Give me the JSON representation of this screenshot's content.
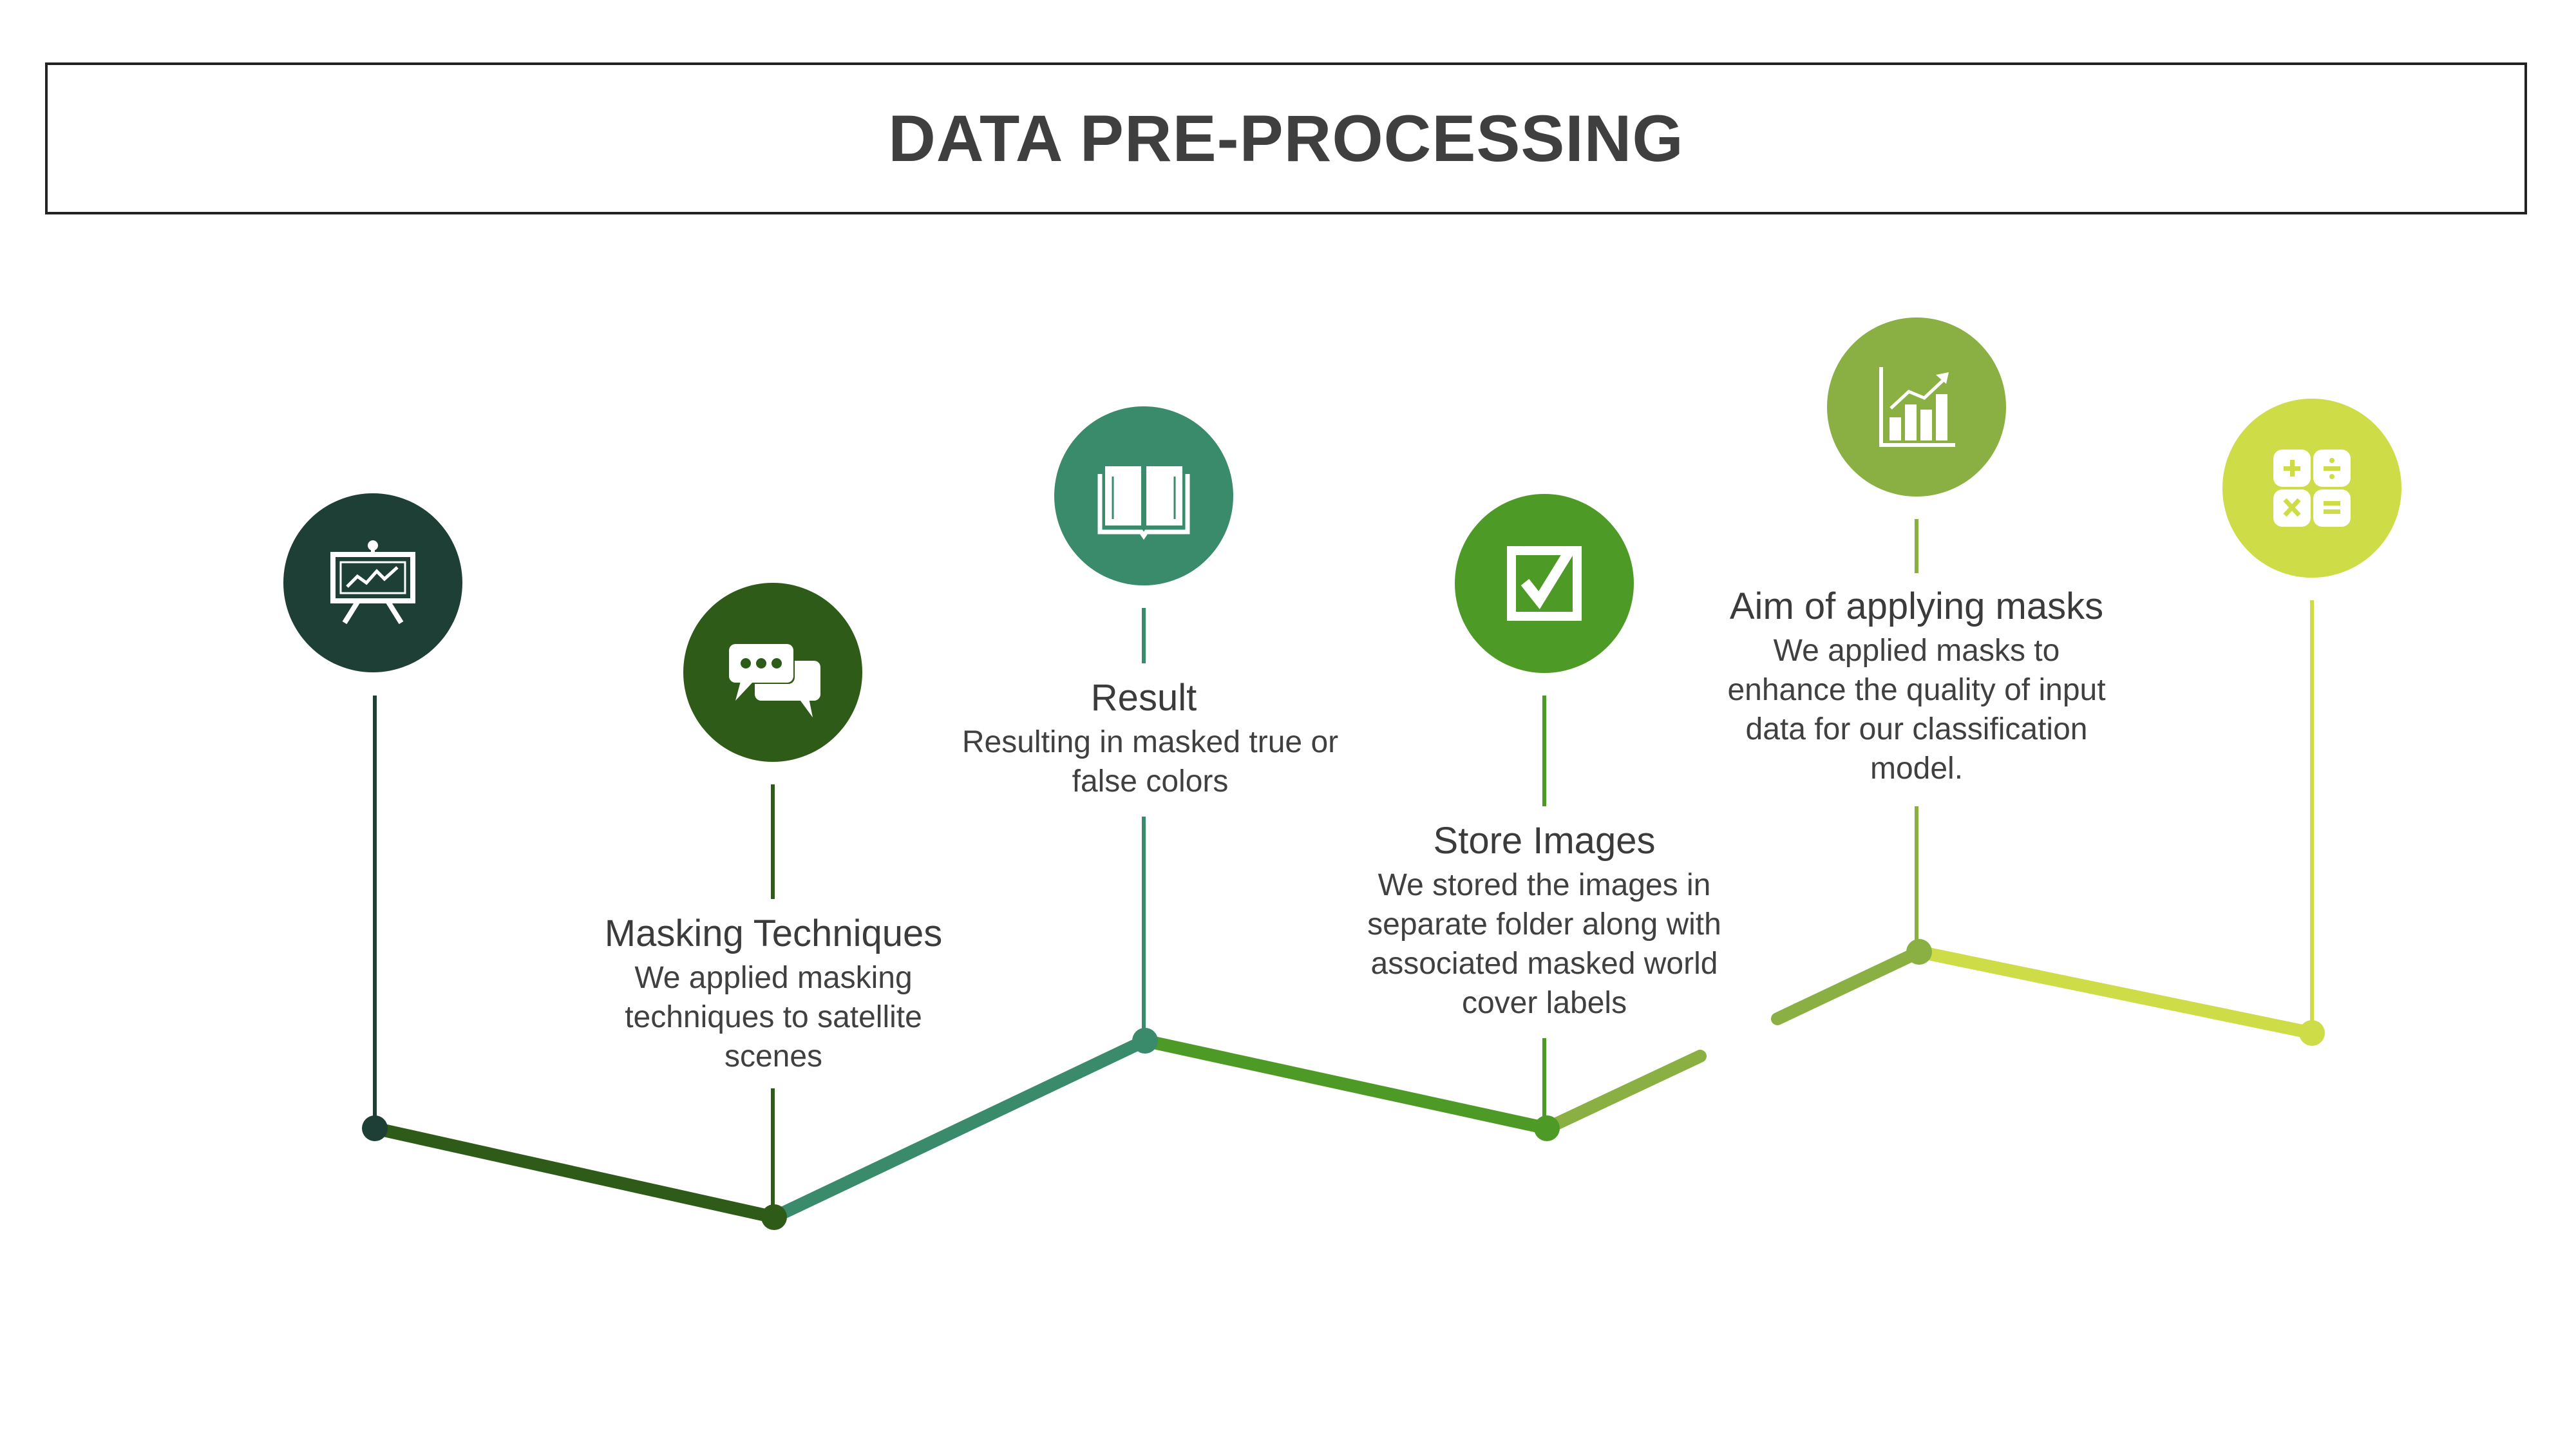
{
  "title": "DATA PRE-PROCESSING",
  "steps": [
    {
      "heading": "",
      "description": "",
      "color": "#1e3f35",
      "icon": "presentation-board-icon"
    },
    {
      "heading": "Masking Techniques",
      "description": "We applied masking techniques to satellite scenes",
      "color": "#2e5c18",
      "icon": "chat-bubbles-icon"
    },
    {
      "heading": "Result",
      "description": "Resulting in masked true or false colors",
      "color": "#3a8a6c",
      "icon": "open-book-icon"
    },
    {
      "heading": "Store Images",
      "description": "We stored the images in separate folder along with associated masked world cover labels",
      "color": "#4e9a26",
      "icon": "checkbox-icon"
    },
    {
      "heading": "Aim of applying masks",
      "description": "We applied masks to enhance the quality of input data for our classification model.",
      "color": "#8ab043",
      "icon": "bar-chart-icon"
    },
    {
      "heading": "",
      "description": "",
      "color": "#cedc47",
      "icon": "calculator-icon"
    }
  ]
}
